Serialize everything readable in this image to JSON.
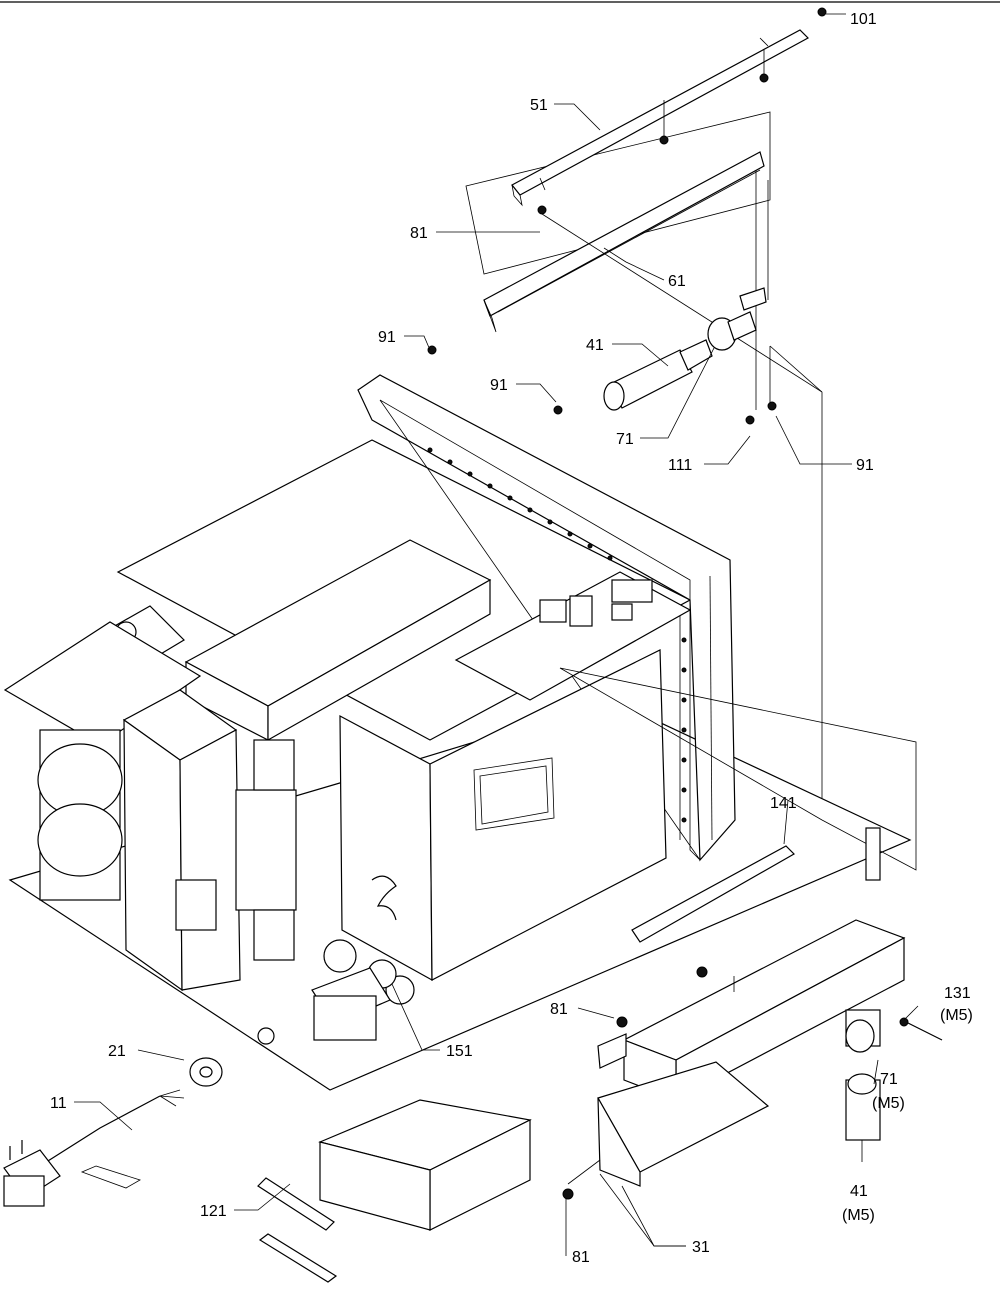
{
  "diagram": {
    "callouts": [
      {
        "id": "c101",
        "text": "101"
      },
      {
        "id": "c51",
        "text": "51"
      },
      {
        "id": "c81a",
        "text": "81"
      },
      {
        "id": "c61",
        "text": "61"
      },
      {
        "id": "c91a",
        "text": "91"
      },
      {
        "id": "c41a",
        "text": "41"
      },
      {
        "id": "c91b",
        "text": "91"
      },
      {
        "id": "c71a",
        "text": "71"
      },
      {
        "id": "c111",
        "text": "111"
      },
      {
        "id": "c91c",
        "text": "91"
      },
      {
        "id": "c141",
        "text": "141"
      },
      {
        "id": "c131",
        "text": "131"
      },
      {
        "id": "c131sub",
        "text": "(M5)"
      },
      {
        "id": "c81b",
        "text": "81"
      },
      {
        "id": "c71b",
        "text": "71"
      },
      {
        "id": "c71bsub",
        "text": "(M5)"
      },
      {
        "id": "c21",
        "text": "21"
      },
      {
        "id": "c151",
        "text": "151"
      },
      {
        "id": "c11",
        "text": "11"
      },
      {
        "id": "c41b",
        "text": "41"
      },
      {
        "id": "c41bsub",
        "text": "(M5)"
      },
      {
        "id": "c121",
        "text": "121"
      },
      {
        "id": "c81c",
        "text": "81"
      },
      {
        "id": "c31",
        "text": "31"
      }
    ]
  }
}
